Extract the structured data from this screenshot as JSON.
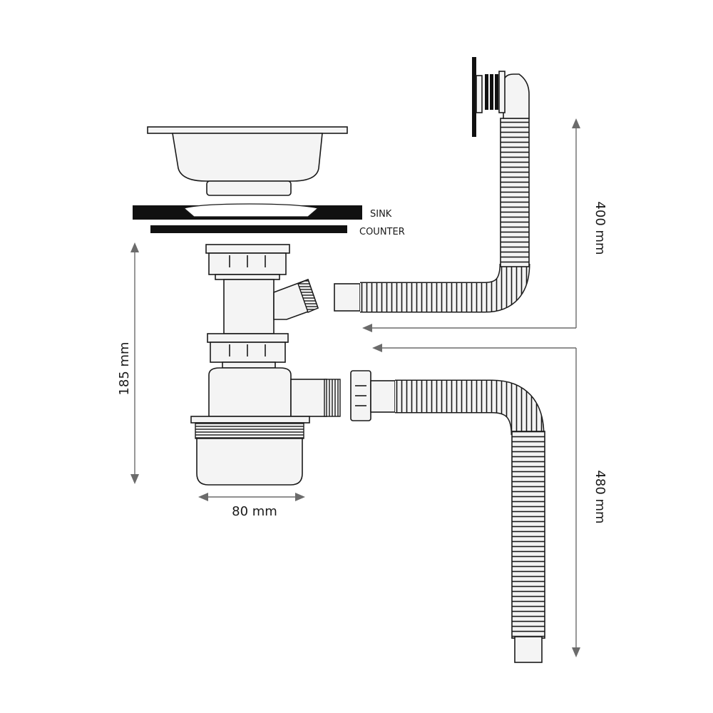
{
  "labels": {
    "sink": "SINK",
    "counter": "COUNTER"
  },
  "dimensions": {
    "height_trap": "185 mm",
    "width_trap": "80 mm",
    "overflow_hose": "400 mm",
    "drain_hose": "480 mm"
  }
}
